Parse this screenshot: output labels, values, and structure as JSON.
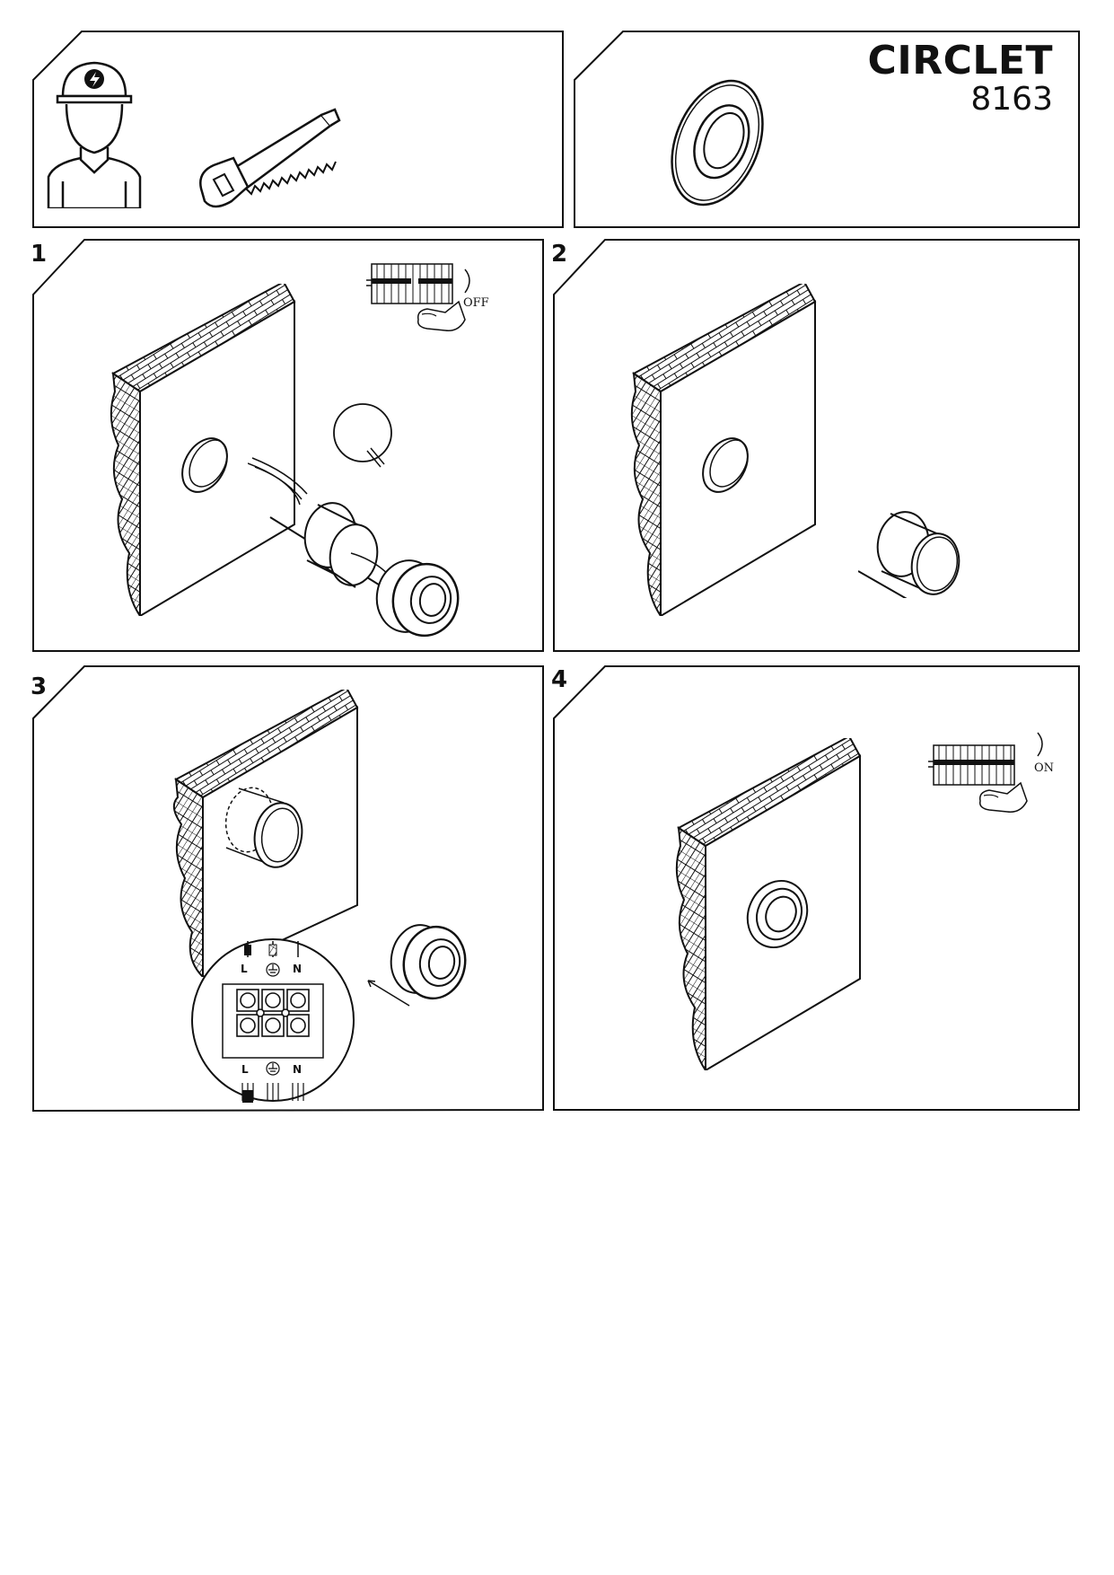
{
  "product": {
    "name": "CIRCLET",
    "code": "8163"
  },
  "steps": [
    {
      "number": "1",
      "switch_state": "OFF"
    },
    {
      "number": "2"
    },
    {
      "number": "3",
      "terminals": {
        "line": "L",
        "neutral": "N"
      }
    },
    {
      "number": "4",
      "switch_state": "ON"
    }
  ],
  "icons": {
    "electrician": "electrician-icon",
    "saw": "hand-saw-icon",
    "lamp": "round-downlight-icon",
    "wall": "brick-wall-icon",
    "breaker_panel": "circuit-breaker-icon",
    "hand": "hand-pressing-icon",
    "ground": "ground-symbol-icon"
  }
}
